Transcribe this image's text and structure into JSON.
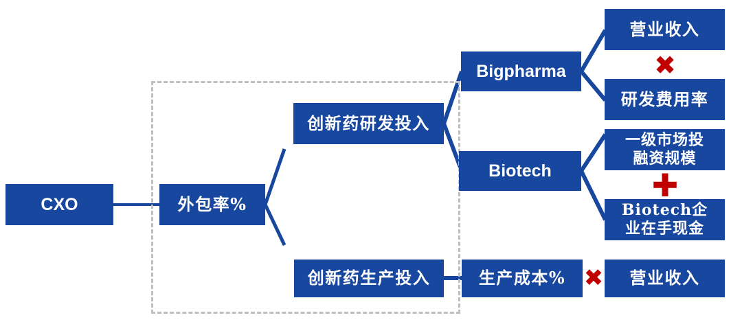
{
  "diagram": {
    "title": "CXO needs-chain decomposition diagram",
    "colors": {
      "node_fill": "#17479E",
      "node_text": "#FFFFFF",
      "connector": "#17479E",
      "operator_red": "#C00000",
      "dashed_border": "#BFBFBF",
      "background": "#FFFFFF"
    },
    "nodes": {
      "cxo": "CXO",
      "outsourcing_rate": "外包率%",
      "rd_investment": "创新药研发投入",
      "production_investment": "创新药生产投入",
      "bigpharma": "Bigpharma",
      "biotech": "Biotech",
      "bigpharma_revenue": "营业收入",
      "bigpharma_rd_expense_ratio": "研发费用率",
      "biotech_primary_market_line1": "一级市场投",
      "biotech_primary_market_line2": "融资规模",
      "biotech_cash_line1": "Biotech企",
      "biotech_cash_line2": "业在手现金",
      "production_cost_rate": "生产成本%",
      "production_revenue": "营业收入"
    },
    "operators": {
      "bigpharma_multiply": "✖",
      "biotech_plus": "✚",
      "production_multiply": "✖"
    },
    "operator_names": {
      "bigpharma_multiply": "multiply-operator",
      "biotech_plus": "plus-operator",
      "production_multiply": "multiply-operator"
    }
  }
}
